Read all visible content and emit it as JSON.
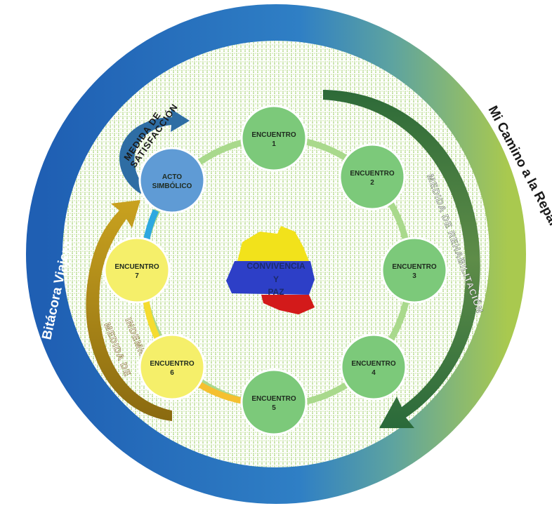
{
  "outer_ring": {
    "left_label": "Bitácora Viajera",
    "right_label": "Mi Camino a la Reparación"
  },
  "center": {
    "line1": "CONVIVENCIA",
    "line2": "Y",
    "line3": "PAZ"
  },
  "nodes": [
    {
      "line1": "ENCUENTRO",
      "line2": "1",
      "color": "#7cc97a"
    },
    {
      "line1": "ENCUENTRO",
      "line2": "2",
      "color": "#7cc97a"
    },
    {
      "line1": "ENCUENTRO",
      "line2": "3",
      "color": "#7cc97a"
    },
    {
      "line1": "ENCUENTRO",
      "line2": "4",
      "color": "#7cc97a"
    },
    {
      "line1": "ENCUENTRO",
      "line2": "5",
      "color": "#7cc97a"
    },
    {
      "line1": "ENCUENTRO",
      "line2": "6",
      "color": "#f5ef6a"
    },
    {
      "line1": "ENCUENTRO",
      "line2": "7",
      "color": "#f5ef6a"
    },
    {
      "line1": "ACTO",
      "line2": "SIMBÓLICO",
      "color": "#5f9bd5"
    }
  ],
  "arrows": {
    "rehabilitacion": "MEDIDA DE REHABILITACIÓN",
    "indemnizacion_line1": "MEDIDA DE",
    "indemnizacion_line2": "INDEMNIZACIÓN",
    "satisfaccion_line1": "MEDIDA DE",
    "satisfaccion_line2": "SATISFACCIÓN"
  }
}
